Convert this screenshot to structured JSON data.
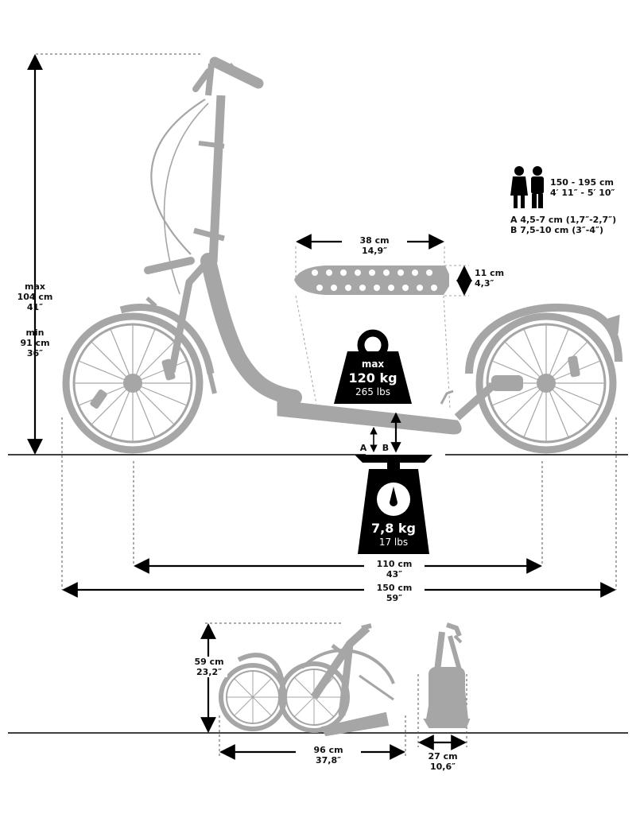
{
  "dimensions": {
    "height_max": {
      "line1": "max",
      "line2": "104 cm",
      "line3": "41″"
    },
    "height_min": {
      "line1": "min",
      "line2": "91 cm",
      "line3": "36″"
    },
    "deck_length": {
      "cm": "38 cm",
      "inch": "14,9″"
    },
    "deck_width": {
      "cm": "11 cm",
      "inch": "4,3″"
    },
    "wheelbase": {
      "cm": "110 cm",
      "inch": "43″"
    },
    "total_length": {
      "cm": "150 cm",
      "inch": "59″"
    },
    "folded_height": {
      "cm": "59 cm",
      "inch": "23,2″"
    },
    "folded_length": {
      "cm": "96 cm",
      "inch": "37,8″"
    },
    "folded_width": {
      "cm": "27 cm",
      "inch": "10,6″"
    }
  },
  "rider": {
    "icon": "person-pair-icon",
    "height_cm": "150 - 195 cm",
    "height_ft": "4′ 11″ - 5′ 10″"
  },
  "clearance": {
    "a_label": "A",
    "b_label": "B",
    "a_text": "A 4,5-7 cm (1,7″-2,7″)",
    "b_text": "B 7,5-10 cm (3″-4″)"
  },
  "max_load": {
    "prefix": "max",
    "kg": "120 kg",
    "lbs": "265 lbs"
  },
  "weight": {
    "kg": "7,8 kg",
    "lbs": "17 lbs"
  },
  "colors": {
    "scooter": "#a6a6a6",
    "ink": "#111111",
    "black": "#000000"
  }
}
